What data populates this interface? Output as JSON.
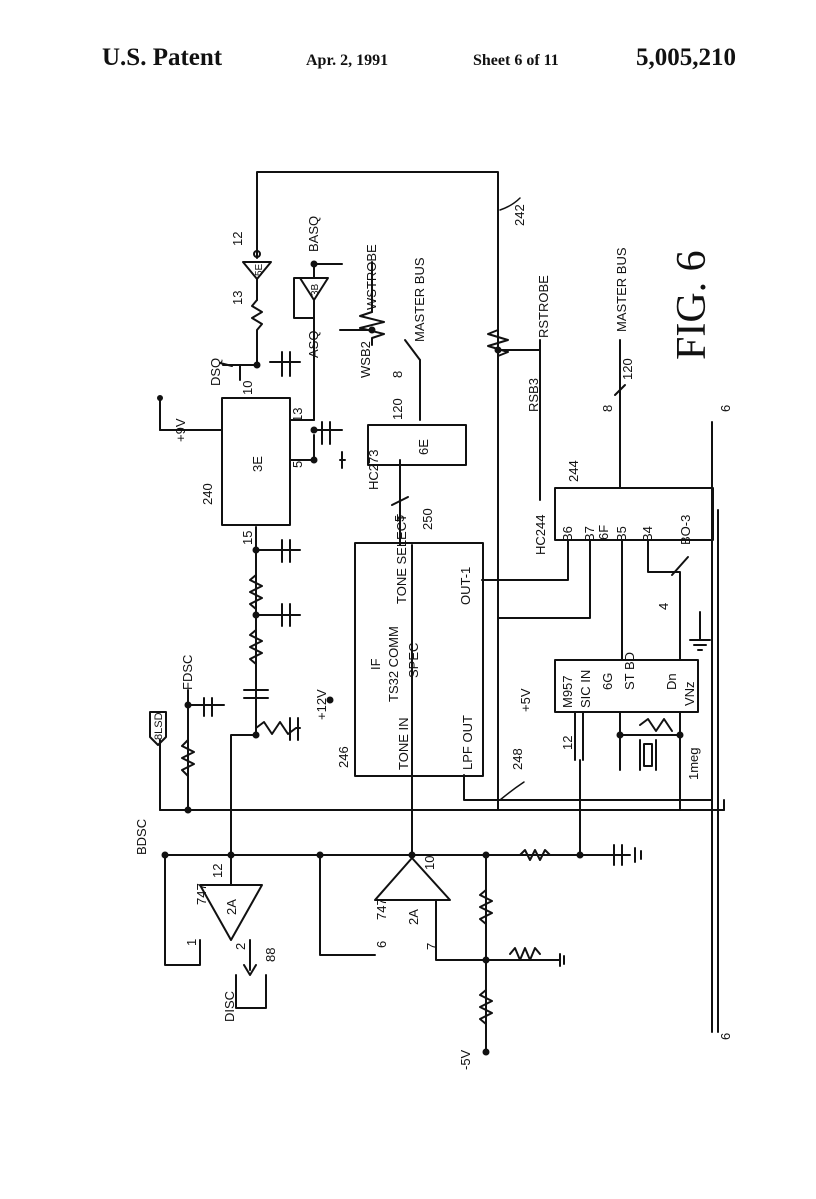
{
  "header": {
    "publisher": "U.S. Patent",
    "date": "Apr. 2, 1991",
    "sheet": "Sheet 6 of 11",
    "patent_number": "5,005,210"
  },
  "figure": {
    "label": "FIG. 6"
  },
  "schematic_labels": [
    "+9V",
    "240",
    "3E",
    "15",
    "5",
    "13",
    "10",
    "DSQ",
    "12",
    "13",
    "5E",
    "BASQ",
    "3B",
    "ASQ",
    "WSTROBE",
    "WSB2",
    "MASTER BUS",
    "8",
    "120",
    "HC273",
    "6E",
    "5",
    "250",
    "242",
    "RSTROBE",
    "RSB3",
    "MASTER BUS",
    "8",
    "120",
    "244",
    "HC244",
    "6F",
    "B6",
    "B7",
    "B5",
    "B4",
    "BO-3",
    "TONE SELECT",
    "OUT-1",
    "IF",
    "TS32 COMM",
    "SPEC",
    "TONE IN",
    "LPF OUT",
    "246",
    "+12V",
    "8LSD",
    "FDSC",
    "BDSC",
    "4",
    "M957",
    "SIC IN",
    "6G",
    "ST BD",
    "Dn",
    "VNz",
    "+5V",
    "12",
    "1meg",
    "248",
    "747",
    "2A",
    "12",
    "1",
    "2",
    "88",
    "DISC",
    "747",
    "2A",
    "10",
    "6",
    "7",
    "-5V",
    "6",
    "6"
  ]
}
